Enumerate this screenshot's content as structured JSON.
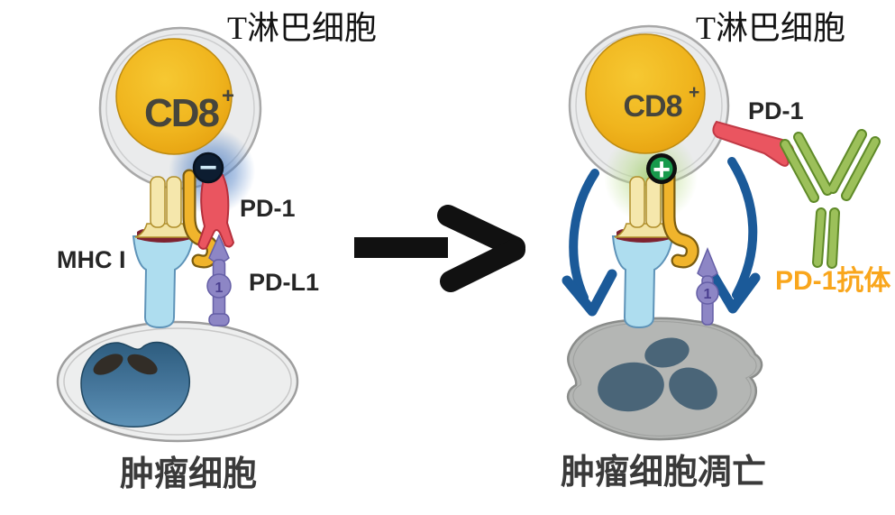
{
  "figure": {
    "left": {
      "title": "T淋巴细胞",
      "cd8": "CD8",
      "cd8_sup": "+",
      "inhibit_sign": "−",
      "pd1_label": "PD-1",
      "mhc1_label": "MHC I",
      "pdl1_label": "PD-L1",
      "pdl1_mark": "1",
      "tumor_label": "肿瘤细胞"
    },
    "right": {
      "title": "T淋巴细胞",
      "cd8": "CD8",
      "cd8_sup": "+",
      "activate_sign": "+",
      "pd1_label": "PD-1",
      "antibody_label": "PD-1抗体",
      "pdl1_mark": "1",
      "tumor_label": "肿瘤细胞凋亡"
    },
    "colors": {
      "t_cell_body": "#EAEBEC",
      "t_cell_rim": "#A8A8A8",
      "cd8_nucleus_gold": "#F0B51E",
      "tcr_light_yellow": "#F5E7AC",
      "tcr_dark_yellow": "#F0B42C",
      "mhc_blue": "#AEDDEF",
      "peptide_dark_red": "#7E2230",
      "pd1_red": "#EA5560",
      "pdl1_purple": "#8D86C5",
      "antibody_green": "#9CC05A",
      "inhibit_badge_navy": "#0D1D31",
      "inhibit_glow_blue": "#4E7FC4",
      "activate_badge_green": "#189A4C",
      "activate_glow_green": "#9CCB67",
      "blue_arrow": "#1B5A99",
      "black_arrow": "#111111",
      "tumor_body": "#EDEEEE",
      "tumor_nucleus_blue": "#3F6E93",
      "apoptotic_body_grey": "#B4B6B4",
      "apoptotic_fragments": "#4A6578",
      "antibody_label_orange": "#F9A61C"
    }
  }
}
